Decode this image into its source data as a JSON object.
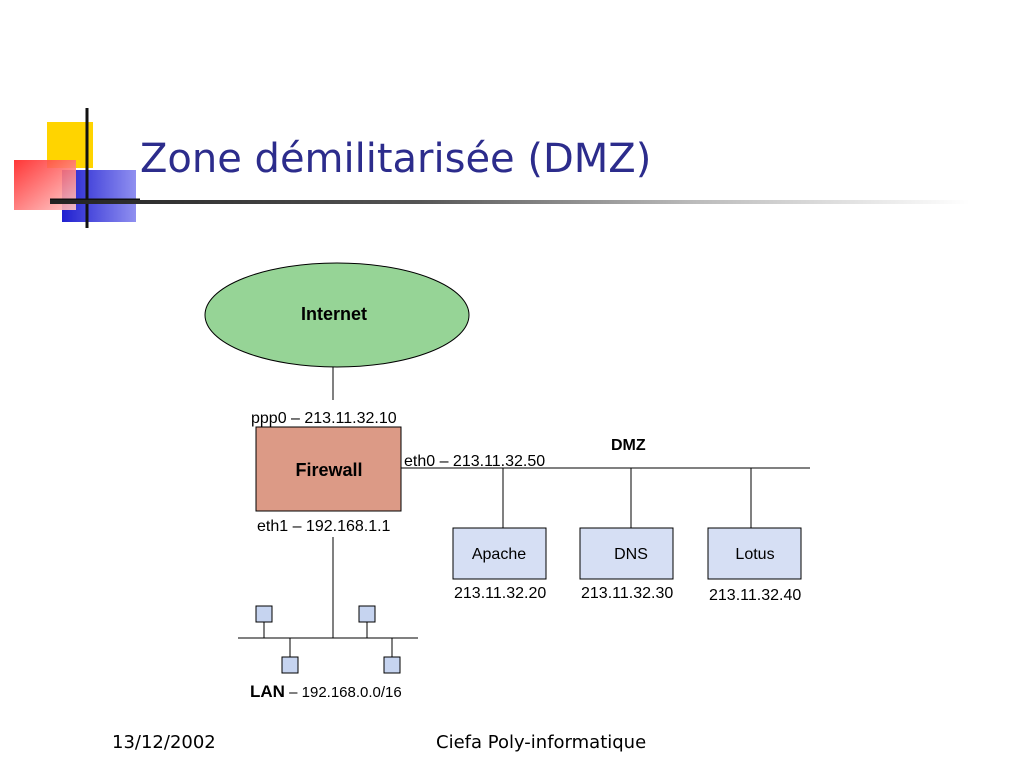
{
  "slide": {
    "title": "Zone démilitarisée (DMZ)",
    "footer_date": "13/12/2002",
    "footer_center": "Ciefa Poly-informatique"
  },
  "diagram": {
    "internet_label": "Internet",
    "firewall_label": "Firewall",
    "ppp0_label": "ppp0 – 213.11.32.10",
    "eth0_label": "eth0 – 213.11.32.50",
    "eth1_label": "eth1 – 192.168.1.1",
    "dmz_label": "DMZ",
    "servers": [
      {
        "name": "Apache",
        "ip": "213.11.32.20"
      },
      {
        "name": "DNS",
        "ip": "213.11.32.30"
      },
      {
        "name": "Lotus",
        "ip": "213.11.32.40"
      }
    ],
    "lan_label": "LAN",
    "lan_subnet": " – 192.168.0.0/16"
  },
  "colors": {
    "title": "#2c2c8c",
    "internet_fill": "#96d496",
    "firewall_fill": "#dc9a86",
    "server_fill": "#d6dff4",
    "host_fill": "#c6d4f0",
    "logo_yellow": "#ffd400",
    "logo_red": "#ff3b3b",
    "logo_blue": "#2f2fd0"
  }
}
